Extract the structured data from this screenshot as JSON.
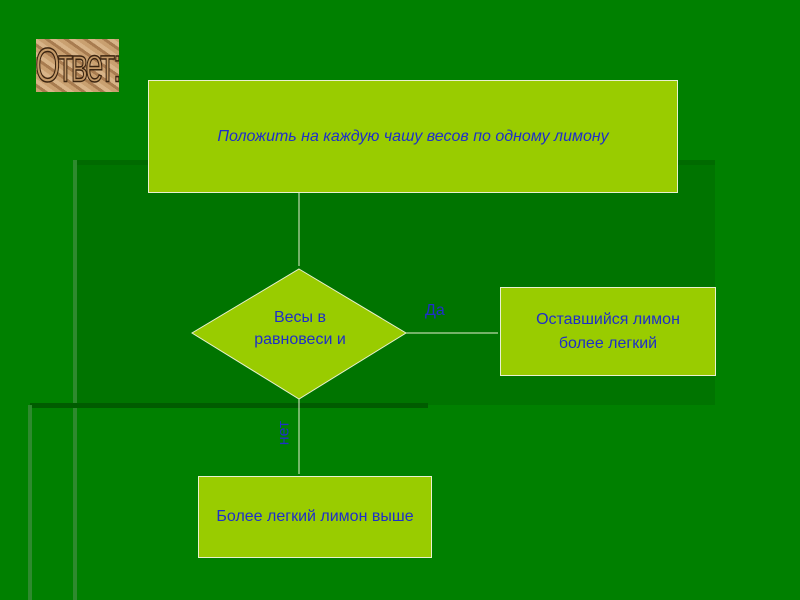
{
  "title": "Ответ:",
  "steps": {
    "start": "Положить на каждую чашу весов по одному лимону",
    "decision": "Весы в равновеси и",
    "yes_result": "Оставшийся лимон более легкий",
    "no_result": "Более легкий лимон выше"
  },
  "edges": {
    "yes": "Да",
    "no": "нет"
  },
  "colors": {
    "background": "#008000",
    "box": "#99cc00",
    "text": "#1f2fc8"
  }
}
